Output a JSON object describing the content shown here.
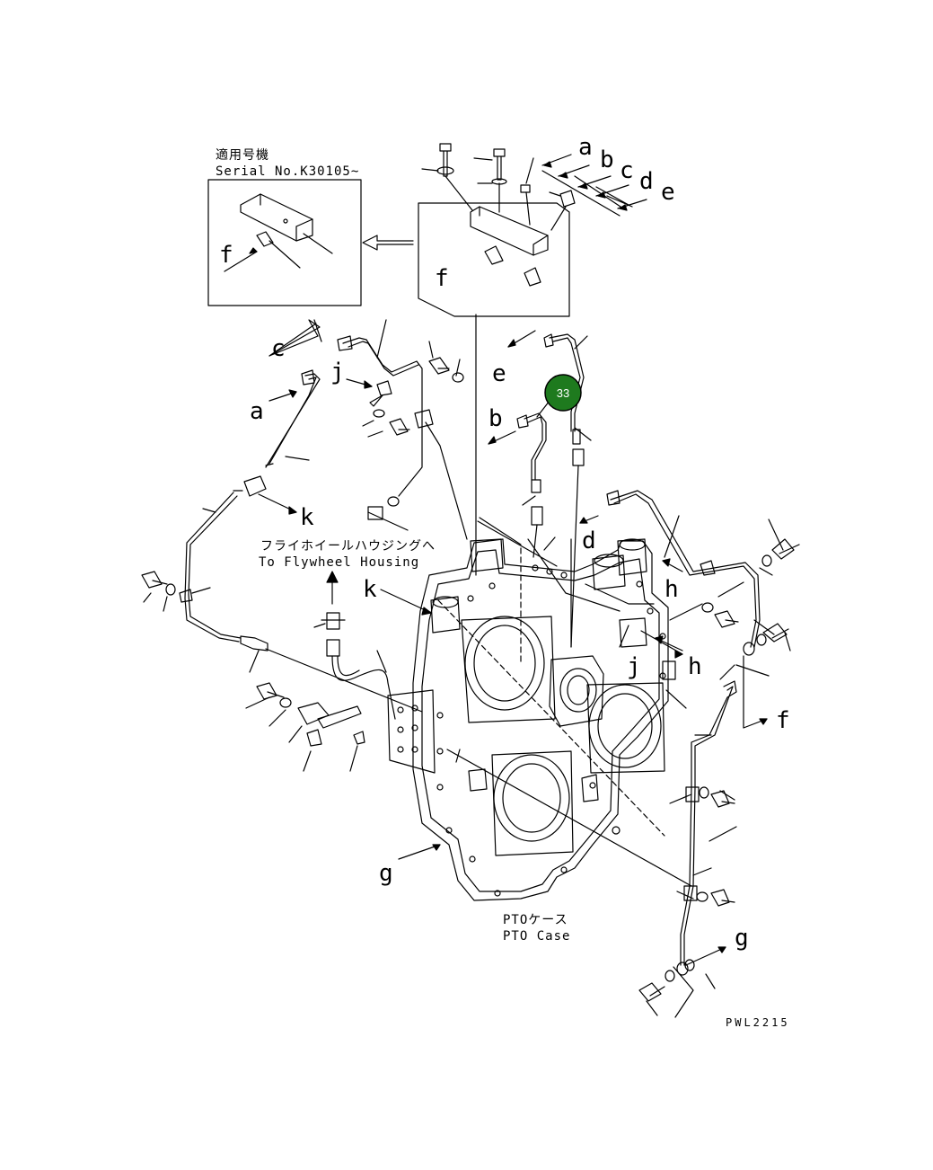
{
  "inset": {
    "applicable_jp": "適用号機",
    "serial": "Serial No.K30105~"
  },
  "labels": {
    "a1": "a",
    "b1": "b",
    "c1": "c",
    "d1": "d",
    "e1": "e",
    "f_inset": "f",
    "f_top": "f",
    "c2": "c",
    "a2": "a",
    "j1": "j",
    "k1": "k",
    "e2": "e",
    "b2": "b",
    "d2": "d",
    "k2": "k",
    "h1": "h",
    "h2": "h",
    "j2": "j",
    "f2": "f",
    "g1": "g",
    "g2": "g"
  },
  "notes": {
    "flywheel_jp": "フライホイールハウジングへ",
    "flywheel_en": "To Flywheel Housing",
    "pto_jp": "PTOケース",
    "pto_en": "PTO Case",
    "drawing_code": "PWL2215"
  },
  "callout": {
    "number": "33",
    "color": "#1e7a1e"
  }
}
